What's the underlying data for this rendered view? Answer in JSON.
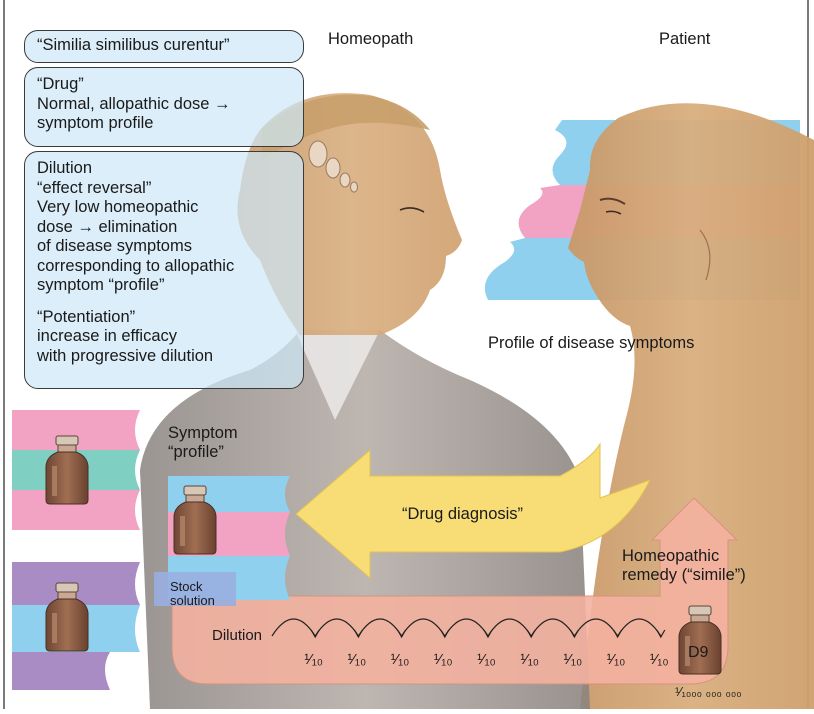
{
  "headers": {
    "homeopath": "Homeopath",
    "patient": "Patient"
  },
  "boxes": {
    "simile": "“Similia similibus curentur”",
    "drug": [
      "“Drug”",
      "Normal, allopathic dose →",
      "symptom profile"
    ],
    "dilution": [
      "Dilution",
      "“effect reversal”",
      "Very low homeopathic",
      "dose  → elimination",
      "of disease symptoms",
      "corresponding to allopathic",
      "symptom “profile”",
      "",
      "“Potentiation”",
      "increase in efficacy",
      "with progressive dilution"
    ]
  },
  "labels": {
    "profile_of_disease": "Profile of disease symptoms",
    "symptom_profile": [
      "Symptom",
      "“profile”"
    ],
    "drug_diagnosis": "“Drug diagnosis”",
    "remedy": [
      "Homeopathic",
      "remedy (“simile”)"
    ],
    "stock_solution": [
      "Stock",
      "solution"
    ],
    "dilution": "Dilution",
    "d9": "D9",
    "dilution_step": "¹⁄₁₀",
    "final_ratio": "¹⁄₁₀₀₀ ₀₀₀ ₀₀₀"
  },
  "colors": {
    "blue": "#8fd0ee",
    "pink": "#f2a3c4",
    "teal": "#7fcfc2",
    "purple": "#a98cc4",
    "skin": "#d2a574",
    "yellow": "#f8dd76",
    "salmon": "#f4b2a0",
    "bottle": "#8a5a44"
  },
  "icons": [
    "vial-icon",
    "arrow-left-icon",
    "arrow-up-icon",
    "curved-arrow-icon"
  ]
}
